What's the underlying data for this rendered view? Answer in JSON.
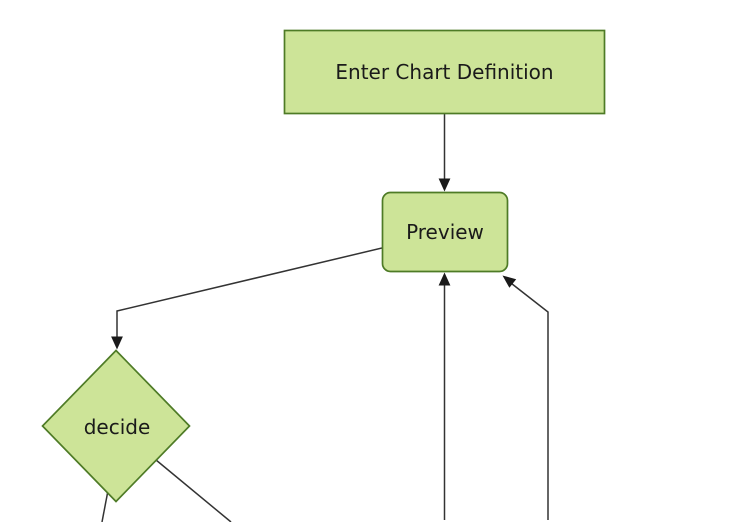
{
  "diagram": {
    "type": "flowchart",
    "direction": "top-down",
    "background_color": "#ffffff",
    "node_fill_color": "#cde498",
    "node_border_color": "#4e7b26",
    "edge_line_color": "#333333",
    "arrowhead_color": "#1a1a1a",
    "label_color": "#1a1a1a",
    "nodes": [
      {
        "id": "enter-chart-definition",
        "shape": "rectangle",
        "label": "Enter Chart Definition"
      },
      {
        "id": "preview",
        "shape": "rounded-rectangle",
        "label": "Preview"
      },
      {
        "id": "decide",
        "shape": "diamond",
        "label": "decide"
      }
    ],
    "edges": [
      {
        "from": "enter-chart-definition",
        "to": "preview",
        "arrow": true
      },
      {
        "from": "preview",
        "to": "decide",
        "arrow": true
      },
      {
        "from": "decide",
        "to": "offscreen-bottom-left",
        "arrow": false
      },
      {
        "from": "decide",
        "to": "offscreen-bottom-right",
        "arrow": false
      },
      {
        "from": "offscreen-bottom",
        "to": "preview",
        "arrow": true
      },
      {
        "from": "offscreen-bottom-right",
        "to": "preview",
        "arrow": true
      }
    ]
  }
}
